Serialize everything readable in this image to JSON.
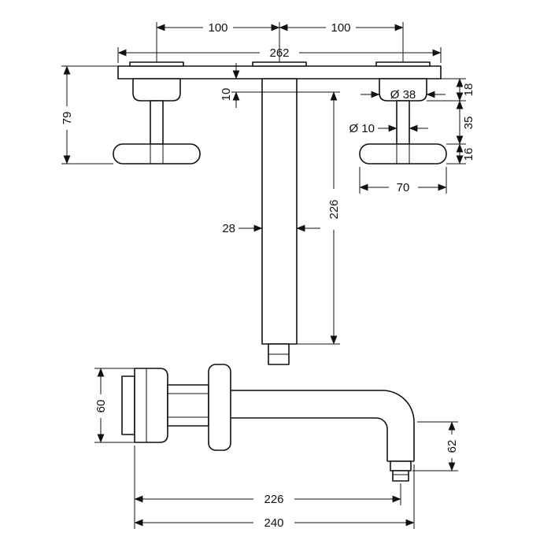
{
  "drawing": {
    "front_view": {
      "spacing_left": "100",
      "spacing_right": "100",
      "plate_length": "262",
      "handle_projection": "79",
      "plate_thickness": "10",
      "spout_length": "226",
      "spout_width": "28",
      "rosette_diameter": "Ø 38",
      "stem_diameter": "Ø 10",
      "rosette_height": "18",
      "stem_height": "35",
      "handle_thickness": "16",
      "handle_length": "70"
    },
    "side_view": {
      "rosette_diameter": "60",
      "outlet_drop": "62",
      "spout_reach_aerator": "226",
      "spout_reach_total": "240"
    }
  }
}
